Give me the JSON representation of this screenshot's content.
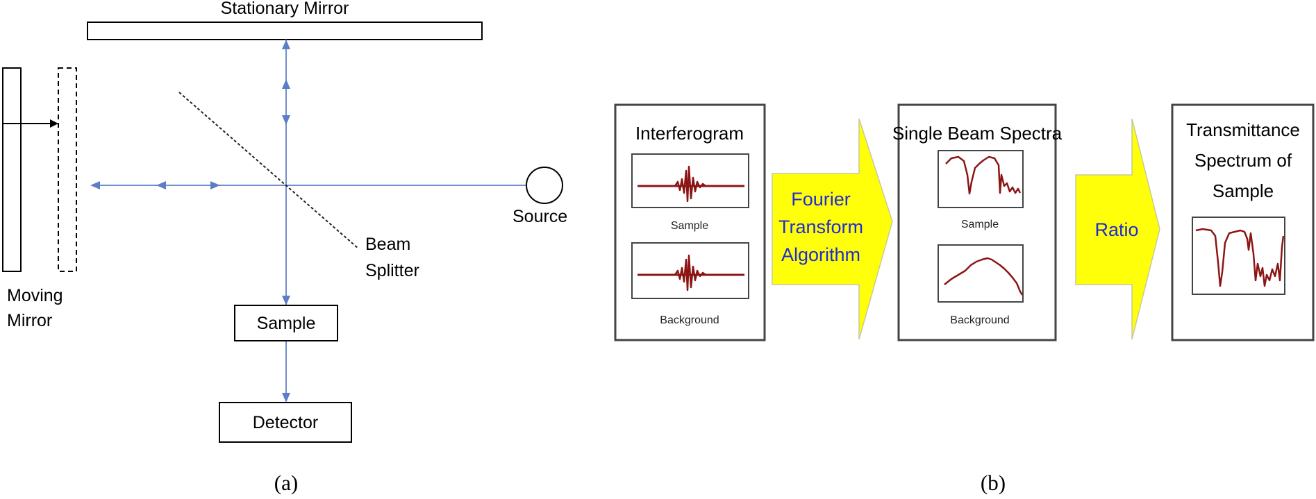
{
  "panel_a": {
    "stationary_mirror_label": "Stationary Mirror",
    "moving_mirror_label_line1": "Moving",
    "moving_mirror_label_line2": "Mirror",
    "source_label": "Source",
    "beam_splitter_label_line1": "Beam",
    "beam_splitter_label_line2": "Splitter",
    "sample_label": "Sample",
    "detector_label": "Detector",
    "caption": "(a)"
  },
  "panel_b": {
    "interferogram_title": "Interferogram",
    "interferogram_sample_label": "Sample",
    "interferogram_background_label": "Background",
    "arrow1_line1": "Fourier",
    "arrow1_line2": "Transform",
    "arrow1_line3": "Algorithm",
    "single_beam_title": "Single Beam Spectra",
    "single_beam_sample_label": "Sample",
    "single_beam_background_label": "Background",
    "arrow2_label": "Ratio",
    "transmittance_title_line1": "Transmittance",
    "transmittance_title_line2": "Spectrum of",
    "transmittance_title_line3": "Sample",
    "caption": "(b)",
    "colors": {
      "arrow_fill": "#ffff0a",
      "arrow_text": "#1f2bd6",
      "trace": "#8b1515",
      "beam": "#6f8fcf"
    }
  }
}
